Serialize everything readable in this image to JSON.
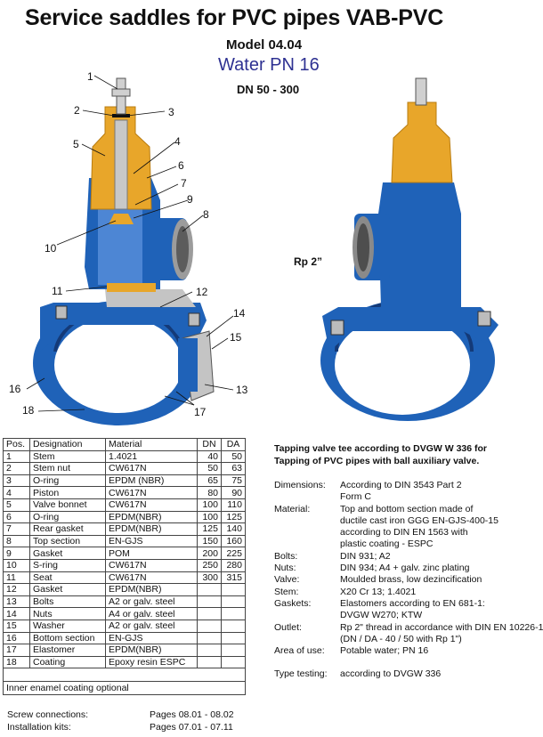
{
  "header": {
    "title": "Service saddles for PVC pipes VAB-PVC",
    "model": "Model 04.04",
    "pressure": "Water PN 16",
    "dn_range": "DN 50 - 300"
  },
  "figure": {
    "rp_label": "Rp 2”",
    "callouts": [
      "1",
      "2",
      "3",
      "4",
      "5",
      "6",
      "7",
      "8",
      "9",
      "10",
      "11",
      "12",
      "13",
      "14",
      "15",
      "16",
      "17",
      "18"
    ],
    "colors": {
      "body_blue": "#1f62b8",
      "brass": "#e8a62a",
      "steel": "#c4c4c4",
      "dark": "#143a78"
    }
  },
  "parts_table": {
    "headers": [
      "Pos.",
      "Designation",
      "Material",
      "DN",
      "DA"
    ],
    "rows": [
      [
        "1",
        "Stem",
        "1.4021",
        "40",
        "50"
      ],
      [
        "2",
        "Stem nut",
        "CW617N",
        "50",
        "63"
      ],
      [
        "3",
        "O-ring",
        "EPDM (NBR)",
        "65",
        "75"
      ],
      [
        "4",
        "Piston",
        "CW617N",
        "80",
        "90"
      ],
      [
        "5",
        "Valve bonnet",
        "CW617N",
        "100",
        "110"
      ],
      [
        "6",
        "O-ring",
        "EPDM(NBR)",
        "100",
        "125"
      ],
      [
        "7",
        "Rear gasket",
        "EPDM(NBR)",
        "125",
        "140"
      ],
      [
        "8",
        "Top section",
        "EN-GJS",
        "150",
        "160"
      ],
      [
        "9",
        "Gasket",
        "POM",
        "200",
        "225"
      ],
      [
        "10",
        "S-ring",
        "CW617N",
        "250",
        "280"
      ],
      [
        "11",
        "Seat",
        "CW617N",
        "300",
        "315"
      ],
      [
        "12",
        "Gasket",
        "EPDM(NBR)",
        "",
        ""
      ],
      [
        "13",
        "Bolts",
        "A2 or galv. steel",
        "",
        ""
      ],
      [
        "14",
        "Nuts",
        "A4 or galv. steel",
        "",
        ""
      ],
      [
        "15",
        "Washer",
        "A2 or galv. steel",
        "",
        ""
      ],
      [
        "16",
        "Bottom section",
        "EN-GJS",
        "",
        ""
      ],
      [
        "17",
        "Elastomer",
        "EPDM(NBR)",
        "",
        ""
      ],
      [
        "18",
        "Coating",
        "Epoxy resin ESPC",
        "",
        ""
      ]
    ],
    "note": "Inner enamel coating optional"
  },
  "description": {
    "heading_1": "Tapping valve tee according to DVGW W 336 for",
    "heading_2": "Tapping of PVC pipes with ball auxiliary valve.",
    "specs": [
      {
        "key": "Dimensions:",
        "lines": [
          "According to DIN 3543 Part 2",
          "Form C"
        ]
      },
      {
        "key": "Material:",
        "lines": [
          "Top and bottom section made of",
          "ductile cast iron GGG  EN-GJS-400-15",
          "according to DIN EN 1563 with",
          "plastic coating - ESPC"
        ]
      },
      {
        "key": "Bolts:",
        "lines": [
          "DIN 931; A2"
        ]
      },
      {
        "key": "Nuts:",
        "lines": [
          "DIN 934; A4 + galv. zinc plating"
        ]
      },
      {
        "key": "Valve:",
        "lines": [
          "Moulded brass, low dezincification"
        ]
      },
      {
        "key": "Stem:",
        "lines": [
          "X20 Cr 13; 1.4021"
        ]
      },
      {
        "key": "Gaskets:",
        "lines": [
          "Elastomers according to EN 681-1:",
          "DVGW W270;  KTW"
        ]
      },
      {
        "key": "Outlet:",
        "lines": [
          "Rp 2\" thread in accordance with DIN EN 10226-1",
          "(DN / DA - 40 / 50 with Rp 1\")"
        ]
      },
      {
        "key": "Area of use:",
        "lines": [
          "Potable water; PN 16"
        ]
      }
    ],
    "type_testing_key": "Type testing:",
    "type_testing_value": "according to DVGW 336"
  },
  "footer": {
    "screw_label": "Screw connections:",
    "screw_pages": "Pages 08.01 - 08.02",
    "kits_label": "Installation kits:",
    "kits_pages": "Pages 07.01 - 07.11"
  }
}
